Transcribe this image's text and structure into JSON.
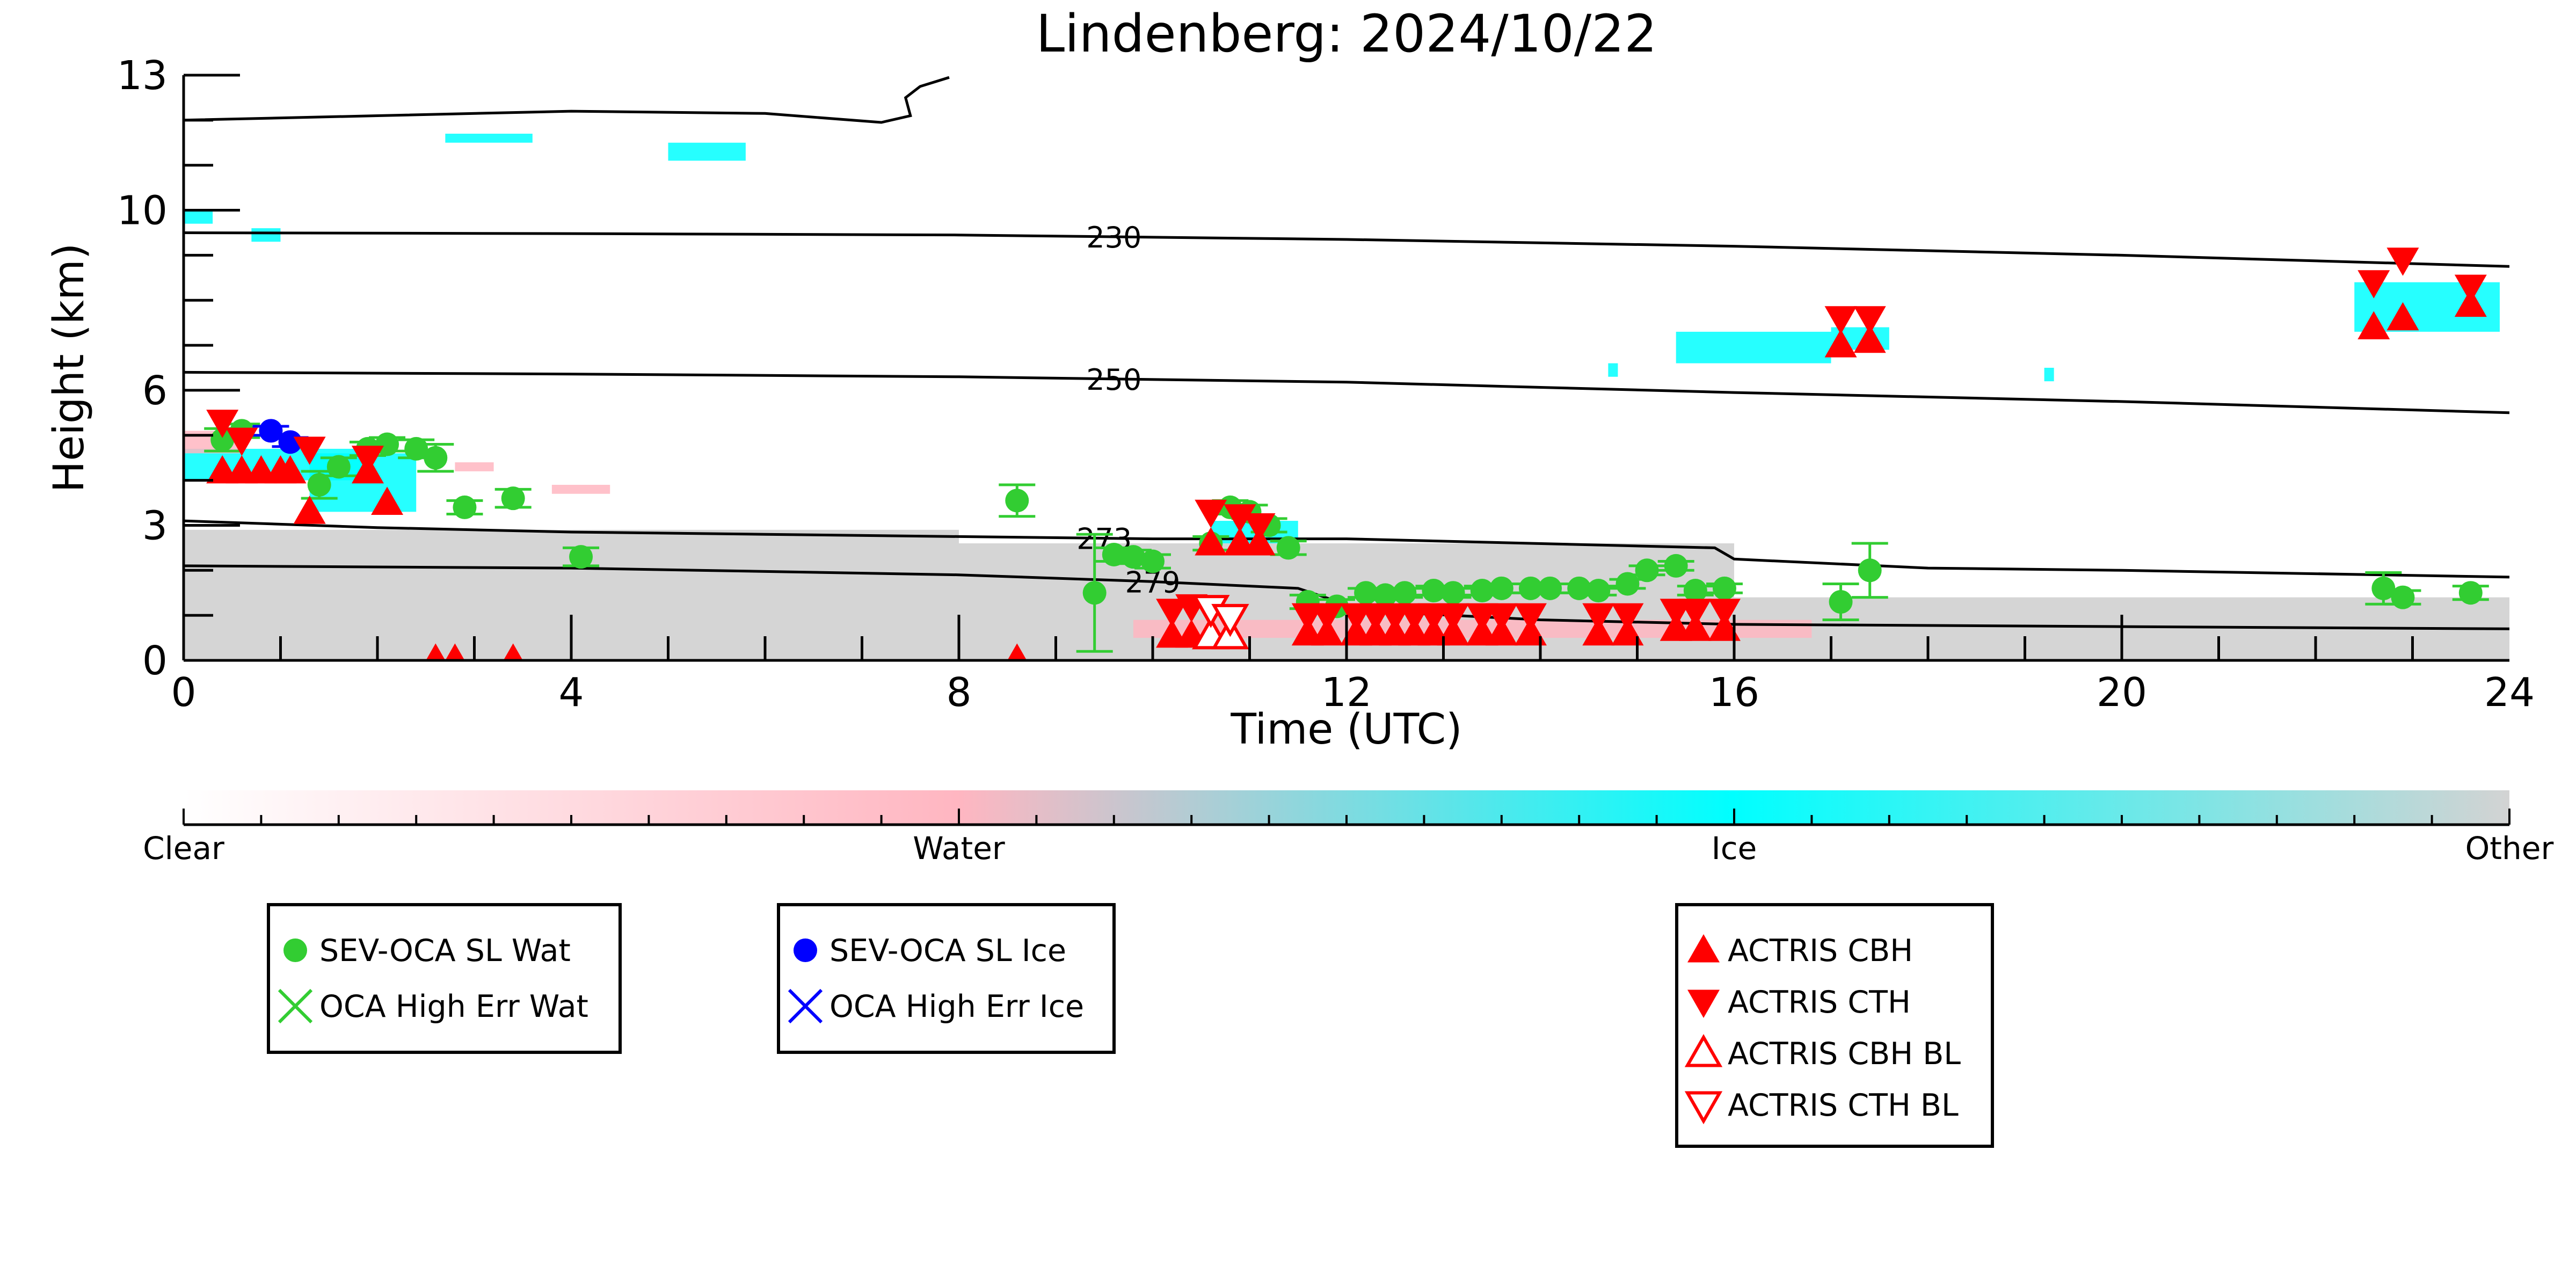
{
  "chart_data": {
    "type": "scatter",
    "title": "Lindenberg: 2024/10/22",
    "xlabel": "Time (UTC)",
    "ylabel": "Height (km)",
    "xlim": [
      0,
      24
    ],
    "ylim": [
      0,
      13
    ],
    "x_ticks": [
      0,
      4,
      8,
      12,
      16,
      20,
      24
    ],
    "x_tick_labels": [
      "0",
      "4",
      "8",
      "12",
      "16",
      "20",
      "24"
    ],
    "y_ticks": [
      0,
      3,
      6,
      10,
      13
    ],
    "y_tick_labels": [
      "0",
      "3",
      "6",
      "10",
      "13"
    ],
    "grid": false,
    "background_classes": {
      "labels": [
        "Clear",
        "Water",
        "Ice",
        "Other"
      ],
      "colors": [
        "#ffffff",
        "#ffb6c1",
        "#00ffff",
        "#d3d3d3"
      ]
    },
    "background_regions": [
      {
        "class": "Other",
        "t0": 0.0,
        "t1": 8.0,
        "base": 0,
        "top": 2.9
      },
      {
        "class": "Other",
        "t0": 8.0,
        "t1": 16.0,
        "base": 0,
        "top": 2.6
      },
      {
        "class": "Other",
        "t0": 16.0,
        "t1": 24.0,
        "base": 0,
        "top": 1.4
      },
      {
        "class": "Ice",
        "t0": 0.0,
        "t1": 1.9,
        "base": 4.0,
        "top": 4.7
      },
      {
        "class": "Water",
        "t0": 0.0,
        "t1": 0.6,
        "base": 4.6,
        "top": 5.1
      },
      {
        "class": "Ice",
        "t0": 1.3,
        "t1": 2.4,
        "base": 3.3,
        "top": 4.6
      },
      {
        "class": "Water",
        "t0": 2.8,
        "t1": 3.2,
        "base": 4.2,
        "top": 4.4
      },
      {
        "class": "Water",
        "t0": 3.8,
        "t1": 4.4,
        "base": 3.7,
        "top": 3.9
      },
      {
        "class": "Ice",
        "t0": 0.0,
        "t1": 0.3,
        "base": 9.7,
        "top": 10.0
      },
      {
        "class": "Ice",
        "t0": 0.7,
        "t1": 1.0,
        "base": 9.3,
        "top": 9.6
      },
      {
        "class": "Ice",
        "t0": 2.7,
        "t1": 3.6,
        "base": 11.5,
        "top": 11.7
      },
      {
        "class": "Ice",
        "t0": 5.0,
        "t1": 5.8,
        "base": 11.1,
        "top": 11.5
      },
      {
        "class": "Ice",
        "t0": 10.6,
        "t1": 11.5,
        "base": 2.6,
        "top": 3.1
      },
      {
        "class": "Water",
        "t0": 9.8,
        "t1": 16.8,
        "base": 0.5,
        "top": 0.9
      },
      {
        "class": "Ice",
        "t0": 15.4,
        "t1": 17.0,
        "base": 6.6,
        "top": 7.3
      },
      {
        "class": "Ice",
        "t0": 17.0,
        "t1": 17.6,
        "base": 6.9,
        "top": 7.4
      },
      {
        "class": "Ice",
        "t0": 22.4,
        "t1": 23.9,
        "base": 7.3,
        "top": 8.4
      },
      {
        "class": "Ice",
        "t0": 14.7,
        "t1": 14.8,
        "base": 6.3,
        "top": 6.6
      },
      {
        "class": "Ice",
        "t0": 19.2,
        "t1": 19.3,
        "base": 6.2,
        "top": 6.5
      }
    ],
    "contours": [
      {
        "label": "230",
        "label_x": 9.6,
        "points": [
          [
            0,
            9.5
          ],
          [
            4,
            9.48
          ],
          [
            8,
            9.45
          ],
          [
            12,
            9.35
          ],
          [
            16,
            9.2
          ],
          [
            20,
            9.0
          ],
          [
            24,
            8.75
          ]
        ]
      },
      {
        "label": "250",
        "label_x": 9.6,
        "points": [
          [
            0,
            6.4
          ],
          [
            4,
            6.36
          ],
          [
            8,
            6.3
          ],
          [
            12,
            6.18
          ],
          [
            16,
            5.95
          ],
          [
            20,
            5.75
          ],
          [
            24,
            5.5
          ]
        ]
      },
      {
        "label": "273",
        "label_x": 9.5,
        "points": [
          [
            0,
            3.1
          ],
          [
            2,
            2.95
          ],
          [
            4,
            2.85
          ],
          [
            6,
            2.8
          ],
          [
            8,
            2.75
          ],
          [
            10,
            2.7
          ],
          [
            12,
            2.7
          ],
          [
            15.8,
            2.5
          ],
          [
            16,
            2.25
          ],
          [
            18,
            2.05
          ],
          [
            20,
            2.0
          ],
          [
            24,
            1.85
          ]
        ]
      },
      {
        "label": "279",
        "label_x": 10.0,
        "points": [
          [
            0,
            2.1
          ],
          [
            4,
            2.05
          ],
          [
            8,
            1.9
          ],
          [
            10,
            1.75
          ],
          [
            11.5,
            1.6
          ],
          [
            12.2,
            1.1
          ],
          [
            14,
            0.9
          ],
          [
            16,
            0.8
          ],
          [
            20,
            0.75
          ],
          [
            24,
            0.7
          ]
        ]
      },
      {
        "label": "",
        "label_x": null,
        "points": [
          [
            0,
            12.0
          ],
          [
            2,
            12.1
          ],
          [
            4,
            12.2
          ],
          [
            6,
            12.15
          ],
          [
            7.2,
            11.95
          ],
          [
            7.5,
            12.1
          ],
          [
            7.45,
            12.5
          ],
          [
            7.6,
            12.75
          ],
          [
            7.9,
            12.95
          ]
        ]
      }
    ],
    "series": [
      {
        "name": "SEV-OCA SL Wat",
        "marker": "circle",
        "color": "#32cd32",
        "x": [
          0.4,
          0.6,
          1.4,
          1.6,
          1.9,
          2.1,
          2.4,
          2.6,
          2.9,
          3.4,
          4.1,
          8.6,
          9.4,
          9.6,
          9.8,
          10.0,
          10.6,
          10.8,
          11.0,
          11.2,
          11.4,
          11.6,
          11.9,
          12.2,
          12.4,
          12.6,
          12.9,
          13.1,
          13.4,
          13.6,
          13.9,
          14.1,
          14.4,
          14.6,
          14.9,
          15.1,
          15.4,
          15.6,
          15.9,
          17.1,
          17.4,
          22.7,
          22.9,
          23.6
        ],
        "y": [
          4.9,
          5.1,
          3.9,
          4.3,
          4.7,
          4.8,
          4.7,
          4.5,
          3.4,
          3.6,
          2.3,
          3.55,
          1.5,
          2.35,
          2.3,
          2.2,
          2.6,
          3.4,
          3.3,
          3.0,
          2.5,
          1.3,
          1.2,
          1.5,
          1.45,
          1.5,
          1.55,
          1.5,
          1.55,
          1.6,
          1.6,
          1.6,
          1.6,
          1.55,
          1.7,
          2.0,
          2.1,
          1.55,
          1.6,
          1.3,
          2.0,
          1.6,
          1.4,
          1.5
        ],
        "err": [
          0.25,
          0.15,
          0.3,
          0.2,
          0.15,
          0.15,
          0.2,
          0.3,
          0.15,
          0.2,
          0.2,
          0.35,
          1.3,
          0.15,
          0.15,
          0.15,
          0.15,
          0.15,
          0.15,
          0.15,
          0.15,
          0.15,
          0.15,
          0.1,
          0.1,
          0.1,
          0.1,
          0.1,
          0.1,
          0.1,
          0.1,
          0.1,
          0.1,
          0.1,
          0.1,
          0.1,
          0.1,
          0.1,
          0.1,
          0.4,
          0.6,
          0.35,
          0.15,
          0.15
        ]
      },
      {
        "name": "OCA High Err Wat",
        "marker": "x",
        "color": "#32cd32",
        "x": [],
        "y": []
      },
      {
        "name": "SEV-OCA SL Ice",
        "marker": "circle",
        "color": "#0000ff",
        "x": [
          0.9,
          1.1
        ],
        "y": [
          5.1,
          4.85
        ],
        "err": [
          0.1,
          0.1
        ]
      },
      {
        "name": "OCA High Err Ice",
        "marker": "x",
        "color": "#0000ff",
        "x": [],
        "y": []
      },
      {
        "name": "ACTRIS CBH",
        "marker": "triangle-up",
        "color": "#ff0000",
        "x": [
          0.4,
          0.6,
          0.8,
          1.0,
          1.1,
          1.3,
          1.9,
          2.1,
          2.6,
          2.8,
          3.4,
          8.6,
          10.2,
          10.4,
          10.6,
          10.9,
          11.1,
          11.6,
          11.8,
          12.1,
          12.3,
          12.5,
          12.7,
          12.9,
          13.1,
          13.4,
          13.6,
          13.9,
          14.6,
          14.9,
          15.4,
          15.6,
          15.9,
          17.1,
          17.4,
          22.6,
          22.9,
          23.6
        ],
        "y": [
          4.2,
          4.2,
          4.2,
          4.2,
          4.2,
          3.3,
          4.2,
          3.5,
          0.02,
          0.02,
          0.02,
          0.02,
          0.55,
          0.55,
          2.6,
          2.6,
          2.6,
          0.6,
          0.6,
          0.6,
          0.6,
          0.6,
          0.6,
          0.6,
          0.6,
          0.6,
          0.6,
          0.6,
          0.6,
          0.6,
          0.7,
          0.7,
          0.7,
          7.0,
          7.1,
          7.4,
          7.6,
          7.9
        ]
      },
      {
        "name": "ACTRIS CTH",
        "marker": "triangle-down",
        "color": "#ff0000",
        "x": [
          0.4,
          0.6,
          1.3,
          1.9,
          10.2,
          10.4,
          10.6,
          10.9,
          11.1,
          11.6,
          11.8,
          12.1,
          12.3,
          12.5,
          12.7,
          12.9,
          13.1,
          13.4,
          13.6,
          13.9,
          14.6,
          14.9,
          15.4,
          15.6,
          15.9,
          17.1,
          17.4,
          22.6,
          22.9,
          23.6
        ],
        "y": [
          5.3,
          4.9,
          4.7,
          4.5,
          1.1,
          1.2,
          3.3,
          3.2,
          3.0,
          1.0,
          1.0,
          1.0,
          1.0,
          1.0,
          1.0,
          1.0,
          1.0,
          1.0,
          1.0,
          1.0,
          1.0,
          1.0,
          1.1,
          1.1,
          1.1,
          7.6,
          7.6,
          8.4,
          8.9,
          8.3
        ]
      },
      {
        "name": "ACTRIS CBH BL",
        "marker": "triangle-up-open",
        "color": "#ff0000",
        "x": [
          10.6,
          10.8
        ],
        "y": [
          0.55,
          0.55
        ]
      },
      {
        "name": "ACTRIS CTH BL",
        "marker": "triangle-down-open",
        "color": "#ff0000",
        "x": [
          10.6,
          10.8
        ],
        "y": [
          1.15,
          0.95
        ]
      }
    ]
  },
  "colorbar": {
    "labels": [
      "Clear",
      "Water",
      "Ice",
      "Other"
    ],
    "stops": [
      {
        "at": 0.0,
        "color": "#ffffff"
      },
      {
        "at": 0.333,
        "color": "#ffb6c1"
      },
      {
        "at": 0.666,
        "color": "#00ffff"
      },
      {
        "at": 1.0,
        "color": "#d3d3d3"
      }
    ]
  },
  "legends": [
    {
      "entries": [
        "SEV-OCA SL Wat",
        "OCA High Err Wat"
      ]
    },
    {
      "entries": [
        "SEV-OCA SL Ice",
        "OCA High Err Ice"
      ]
    },
    {
      "entries": [
        "ACTRIS CBH",
        "ACTRIS CTH",
        "ACTRIS CBH BL",
        "ACTRIS CTH BL"
      ]
    }
  ]
}
